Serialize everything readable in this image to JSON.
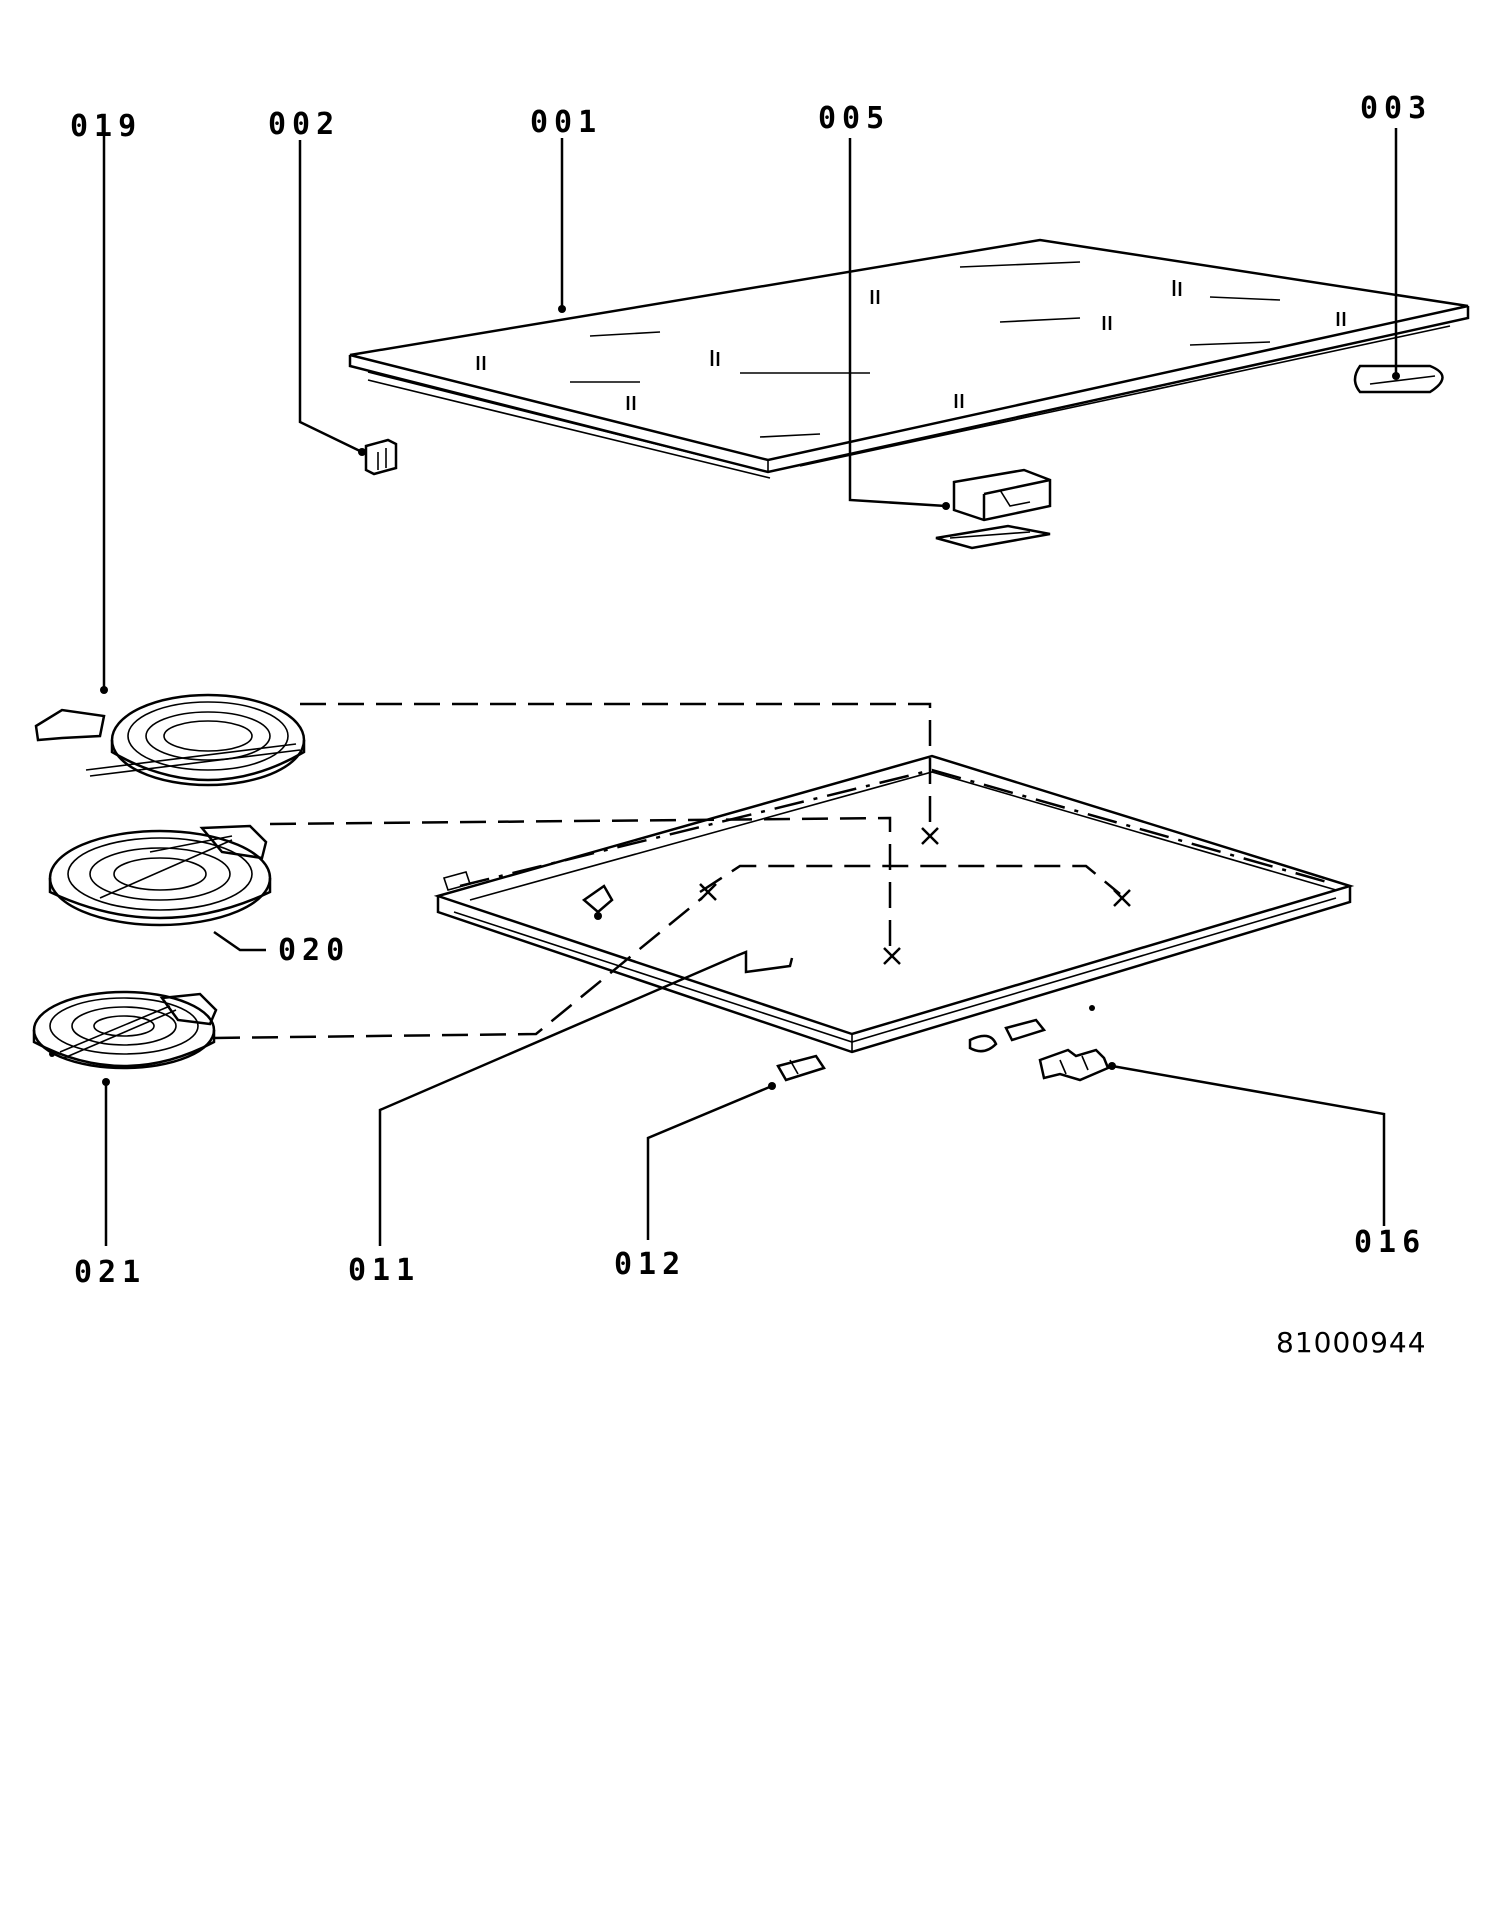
{
  "callouts": [
    {
      "id": "019",
      "label": "019"
    },
    {
      "id": "002",
      "label": "002"
    },
    {
      "id": "001",
      "label": "001"
    },
    {
      "id": "005",
      "label": "005"
    },
    {
      "id": "003",
      "label": "003"
    },
    {
      "id": "020",
      "label": "020"
    },
    {
      "id": "021",
      "label": "021"
    },
    {
      "id": "011",
      "label": "011"
    },
    {
      "id": "012",
      "label": "012"
    },
    {
      "id": "016",
      "label": "016"
    }
  ],
  "document_number": "81000944"
}
